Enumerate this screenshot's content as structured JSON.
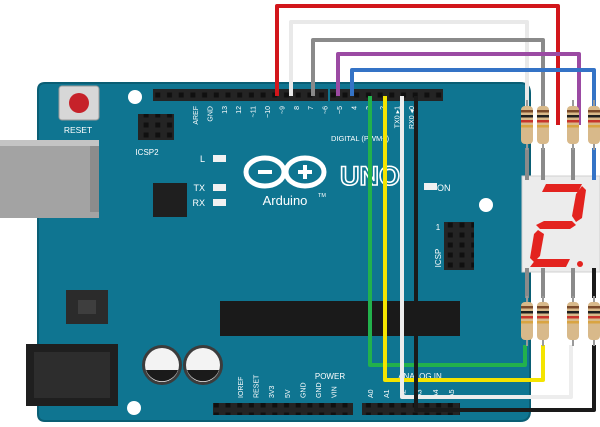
{
  "board": {
    "reset_label": "RESET",
    "icsp2_label": "ICSP2",
    "icsp_label": "ICSP",
    "icsp_pin_one": "1",
    "brand": "Arduino",
    "tm": "TM",
    "model": "UNO",
    "led_l": "L",
    "led_tx": "TX",
    "led_rx": "RX",
    "on_label": "ON",
    "digital_label": "DIGITAL (PWM~)",
    "analog_label": "ANALOG IN",
    "power_label": "POWER",
    "digital_pins": [
      "AREF",
      "GND",
      "13",
      "12",
      "~11",
      "~10",
      "~9",
      "8",
      "7",
      "~6",
      "~5",
      "4",
      "~3",
      "2",
      "TX0 ▸1",
      "RX0 ◂0"
    ],
    "power_pins": [
      "IOREF",
      "RESET",
      "3V3",
      "5V",
      "GND",
      "GND",
      "VIN"
    ],
    "analog_pins": [
      "A0",
      "A1",
      "A2",
      "A3",
      "A4",
      "A5"
    ]
  },
  "display": {
    "shown_digit": "2",
    "segment_color": "#e3231f"
  },
  "wires": [
    {
      "id": "red",
      "color": "#d2161b"
    },
    {
      "id": "white-1",
      "color": "#e9e9e9"
    },
    {
      "id": "gray",
      "color": "#8a8a8a"
    },
    {
      "id": "purple",
      "color": "#9b4aa3"
    },
    {
      "id": "blue",
      "color": "#3473c6"
    },
    {
      "id": "green",
      "color": "#22b14c"
    },
    {
      "id": "yellow",
      "color": "#f4e400"
    },
    {
      "id": "white-2",
      "color": "#ededed"
    },
    {
      "id": "black",
      "color": "#1a1a1a"
    }
  ]
}
